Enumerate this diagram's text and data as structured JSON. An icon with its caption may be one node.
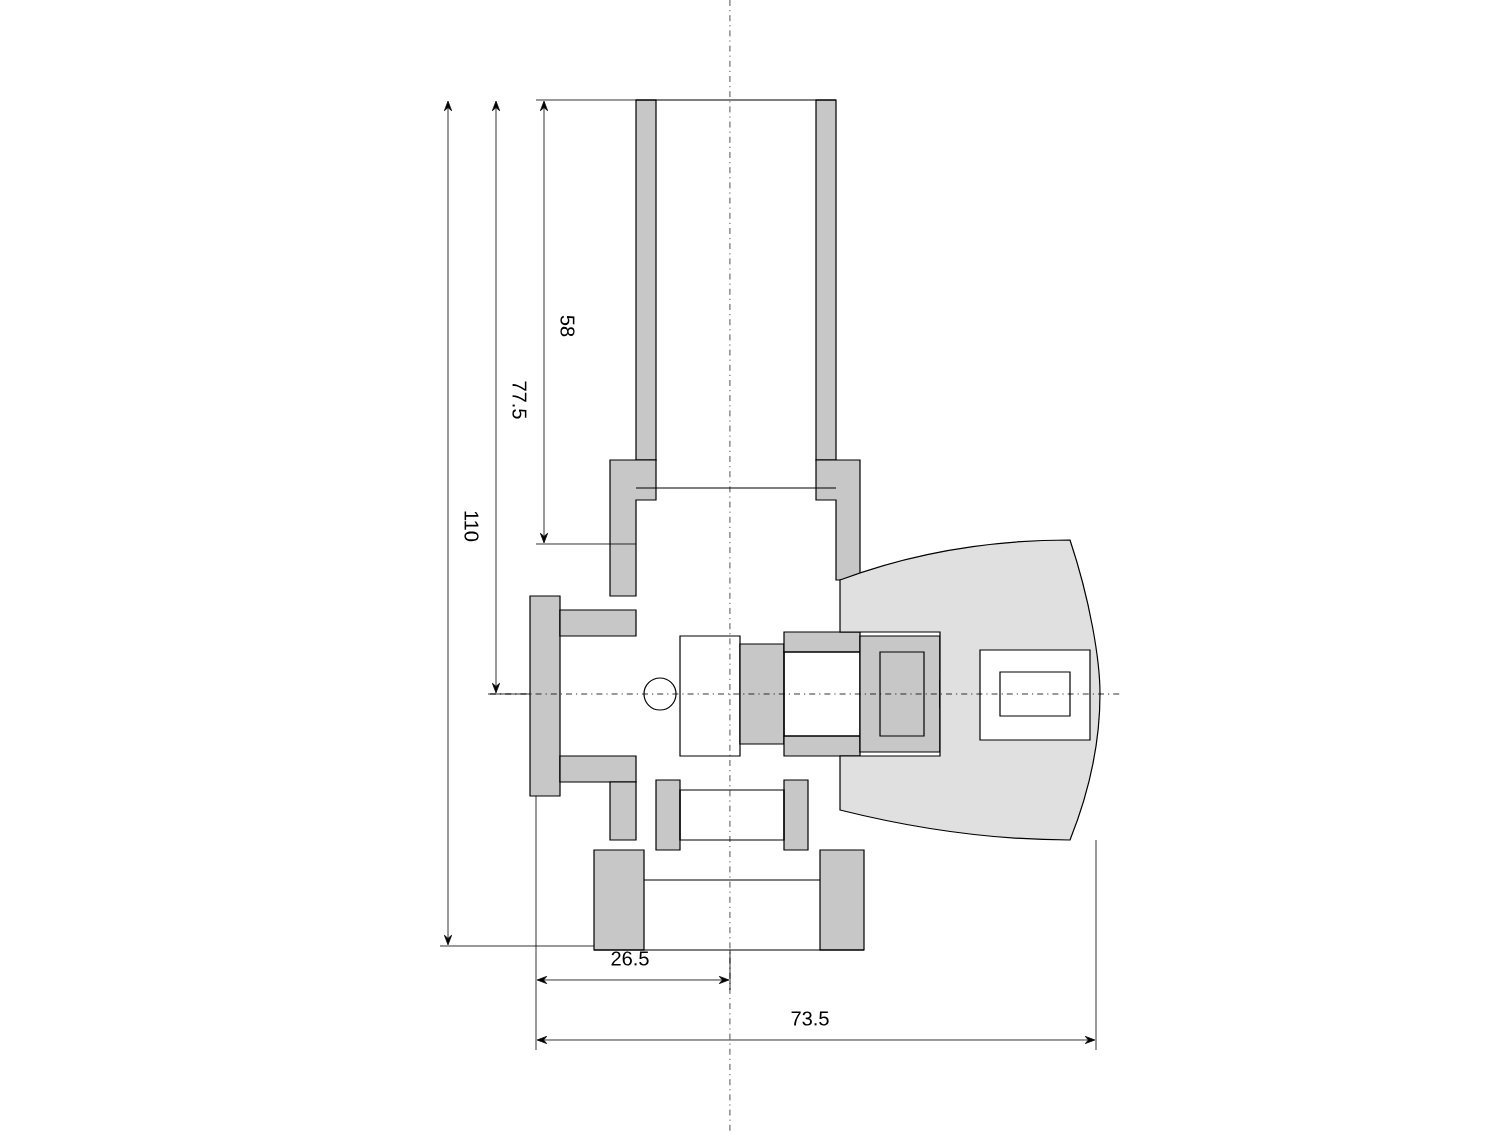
{
  "diagram": {
    "labels": [
      "58",
      "77.5",
      "110",
      "26.5",
      "73.5"
    ]
  }
}
